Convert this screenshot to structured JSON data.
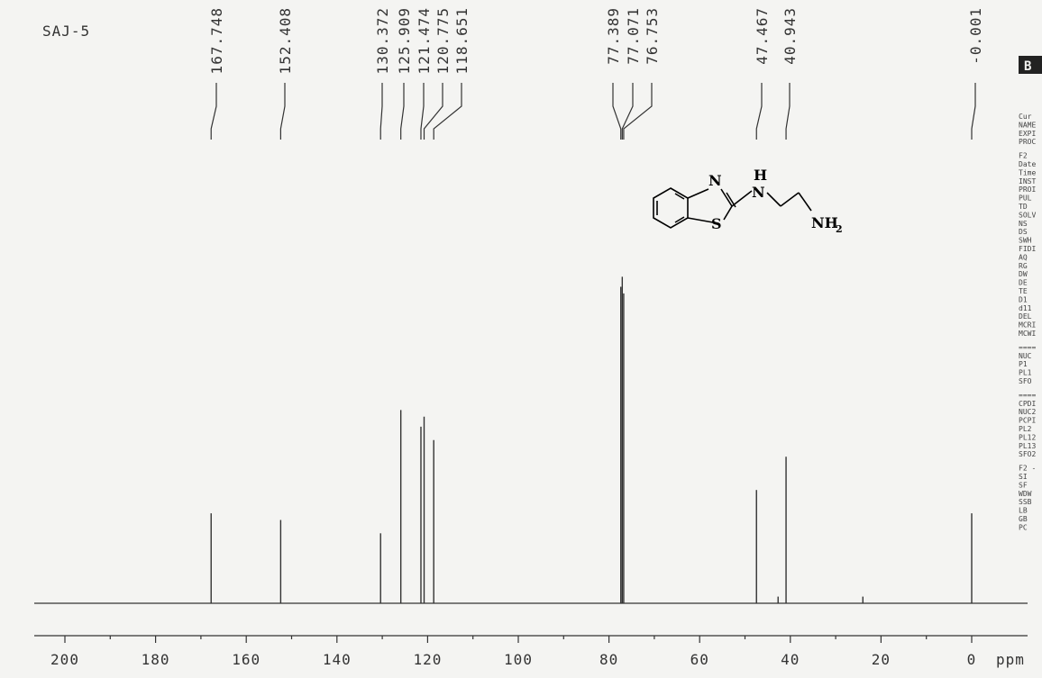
{
  "sample_title": "SAJ-5",
  "corner_box_label": "B",
  "molecule": {
    "atoms": {
      "N_ring": "N",
      "S_ring": "S",
      "NH_H": "H",
      "NH_N": "N",
      "NH2_N": "NH",
      "NH2_sub": "2"
    }
  },
  "param_keys": [
    "Cur",
    "NAME",
    "EXPI",
    "PROC",
    "F2",
    "Date",
    "Time",
    "INST",
    "PROI",
    "PUL",
    "TD",
    "SOLV",
    "NS",
    "DS",
    "SWH",
    "FIDI",
    "AQ",
    "RG",
    "DW",
    "DE",
    "TE",
    "D1",
    "d11",
    "DEL",
    "MCRI",
    "MCWI",
    "====",
    "NUC",
    "P1",
    "PL1",
    "SFO",
    "====",
    "CPDI",
    "NUC2",
    "PCPI",
    "PL2",
    "PL12",
    "PL13",
    "SFO2",
    "F2 -",
    "SI",
    "SF",
    "WDW",
    "SSB",
    "LB",
    "GB",
    "PC"
  ],
  "chart_data": {
    "type": "line",
    "title": "SAJ-5",
    "xlabel": "ppm",
    "ylabel": "",
    "xlim": [
      205,
      -7
    ],
    "x_ticks": [
      200,
      180,
      160,
      140,
      120,
      100,
      80,
      60,
      40,
      20,
      0
    ],
    "x_tick_labels": [
      "200",
      "180",
      "160",
      "140",
      "120",
      "100",
      "80",
      "60",
      "40",
      "20",
      "0"
    ],
    "grid": false,
    "peak_labels": [
      "167.748",
      "152.408",
      "130.372",
      "125.909",
      "121.474",
      "120.775",
      "118.651",
      "77.389",
      "77.071",
      "76.753",
      "47.467",
      "40.943",
      "-0.001"
    ],
    "series": [
      {
        "peaks": [
          {
            "ppm": 167.748,
            "intensity": 0.27
          },
          {
            "ppm": 152.408,
            "intensity": 0.25
          },
          {
            "ppm": 130.372,
            "intensity": 0.21
          },
          {
            "ppm": 125.909,
            "intensity": 0.58
          },
          {
            "ppm": 121.474,
            "intensity": 0.53
          },
          {
            "ppm": 120.775,
            "intensity": 0.56
          },
          {
            "ppm": 118.651,
            "intensity": 0.49
          },
          {
            "ppm": 77.389,
            "intensity": 0.95
          },
          {
            "ppm": 77.071,
            "intensity": 0.98
          },
          {
            "ppm": 76.753,
            "intensity": 0.93
          },
          {
            "ppm": 47.467,
            "intensity": 0.34
          },
          {
            "ppm": 42.7,
            "intensity": 0.02
          },
          {
            "ppm": 40.943,
            "intensity": 0.44
          },
          {
            "ppm": 24.0,
            "intensity": 0.02
          },
          {
            "ppm": -0.001,
            "intensity": 0.27
          }
        ]
      }
    ]
  }
}
